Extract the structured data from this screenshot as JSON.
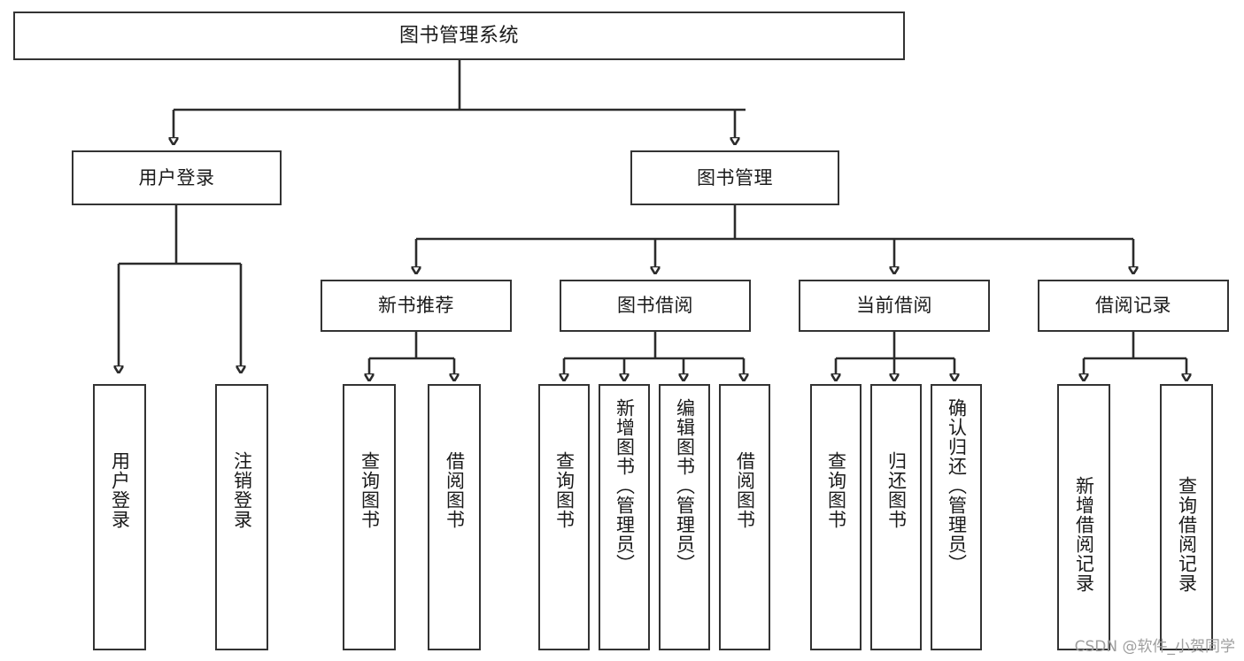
{
  "diagram": {
    "type": "hierarchy-tree",
    "title": "图书管理系统",
    "root": {
      "id": "root",
      "label": "图书管理系统"
    },
    "level2": [
      {
        "id": "user-login",
        "label": "用户登录"
      },
      {
        "id": "book-management",
        "label": "图书管理"
      }
    ],
    "level3": [
      {
        "id": "new-book-recommend",
        "label": "新书推荐",
        "parent": "book-management"
      },
      {
        "id": "book-borrow",
        "label": "图书借阅",
        "parent": "book-management"
      },
      {
        "id": "current-borrow",
        "label": "当前借阅",
        "parent": "book-management"
      },
      {
        "id": "borrow-record",
        "label": "借阅记录",
        "parent": "book-management"
      }
    ],
    "leaves": [
      {
        "id": "leaf-user-login",
        "label": "用户登录",
        "parent": "user-login"
      },
      {
        "id": "leaf-user-logout",
        "label": "注销登录",
        "parent": "user-login"
      },
      {
        "id": "leaf-query-book-1",
        "label": "查询图书",
        "parent": "new-book-recommend"
      },
      {
        "id": "leaf-borrow-book-1",
        "label": "借阅图书",
        "parent": "new-book-recommend"
      },
      {
        "id": "leaf-query-book-2",
        "label": "查询图书",
        "parent": "book-borrow"
      },
      {
        "id": "leaf-add-book",
        "label": "新增图书（管理员）",
        "parent": "book-borrow"
      },
      {
        "id": "leaf-edit-book",
        "label": "编辑图书（管理员）",
        "parent": "book-borrow"
      },
      {
        "id": "leaf-borrow-book-2",
        "label": "借阅图书",
        "parent": "book-borrow"
      },
      {
        "id": "leaf-query-book-3",
        "label": "查询图书",
        "parent": "current-borrow"
      },
      {
        "id": "leaf-return-book",
        "label": "归还图书",
        "parent": "current-borrow"
      },
      {
        "id": "leaf-confirm-return",
        "label": "确认归还（管理员）",
        "parent": "current-borrow"
      },
      {
        "id": "leaf-add-record",
        "label": "新增借阅记录",
        "parent": "borrow-record"
      },
      {
        "id": "leaf-query-record",
        "label": "查询借阅记录",
        "parent": "borrow-record"
      }
    ],
    "colors": {
      "border": "#333333",
      "edge": "#2b2b2b",
      "text": "#1a1a1a",
      "background": "#ffffff",
      "watermark": "#9e9e9e"
    }
  },
  "watermark": {
    "text": "CSDN @软件_小贺同学"
  }
}
